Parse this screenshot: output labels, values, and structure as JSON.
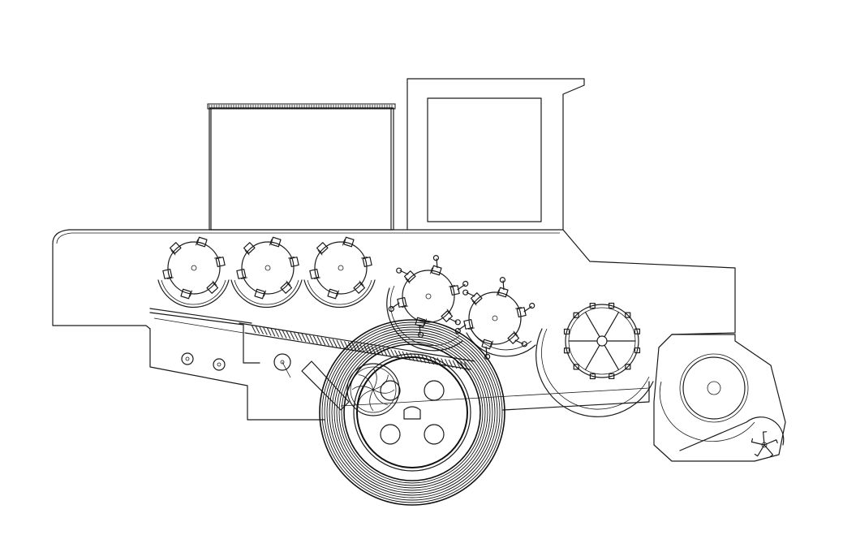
{
  "drawing": {
    "subject": "",
    "line_color": "#1a1a1a",
    "background": "#ffffff",
    "threshing_rotors": [
      {
        "name": "rotor-1",
        "teeth": 6
      },
      {
        "name": "rotor-2",
        "teeth": 6
      },
      {
        "name": "rotor-3",
        "teeth": 6
      }
    ],
    "separating_rotors": [
      {
        "name": "rotor-4",
        "teeth": 6
      },
      {
        "name": "rotor-5",
        "teeth": 6
      }
    ],
    "beater_spokes": 6,
    "rear_spreader_blades": 5,
    "hub_bolts": 4
  }
}
